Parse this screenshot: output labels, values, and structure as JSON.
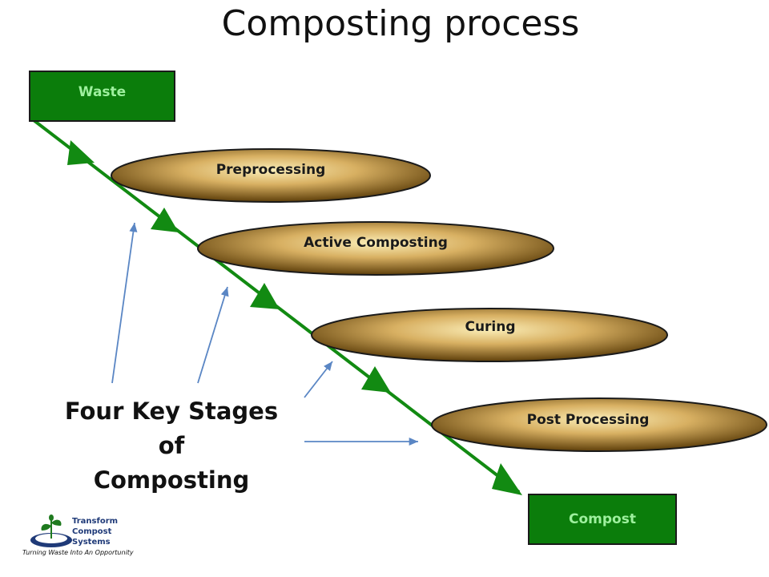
{
  "title": "Composting process",
  "start_box": "Waste",
  "end_box": "Compost",
  "stages": [
    "Preprocessing",
    "Active Composting",
    "Curing",
    "Post Processing"
  ],
  "caption_line1": "Four Key Stages of",
  "caption_line2": "Composting",
  "logo": {
    "name": "Transform\nCompost\nSystems",
    "tagline": "Turning Waste Into An Opportunity"
  },
  "colors": {
    "flow_line": "#128a12",
    "box_fill": "#0b7d0b",
    "waste_text": "#9ef09e",
    "compost_text": "#9ef09e",
    "pointer_arrows": "#5a86c4",
    "stage_gold": "#e8c67a",
    "stage_brown": "#6b4a10"
  }
}
